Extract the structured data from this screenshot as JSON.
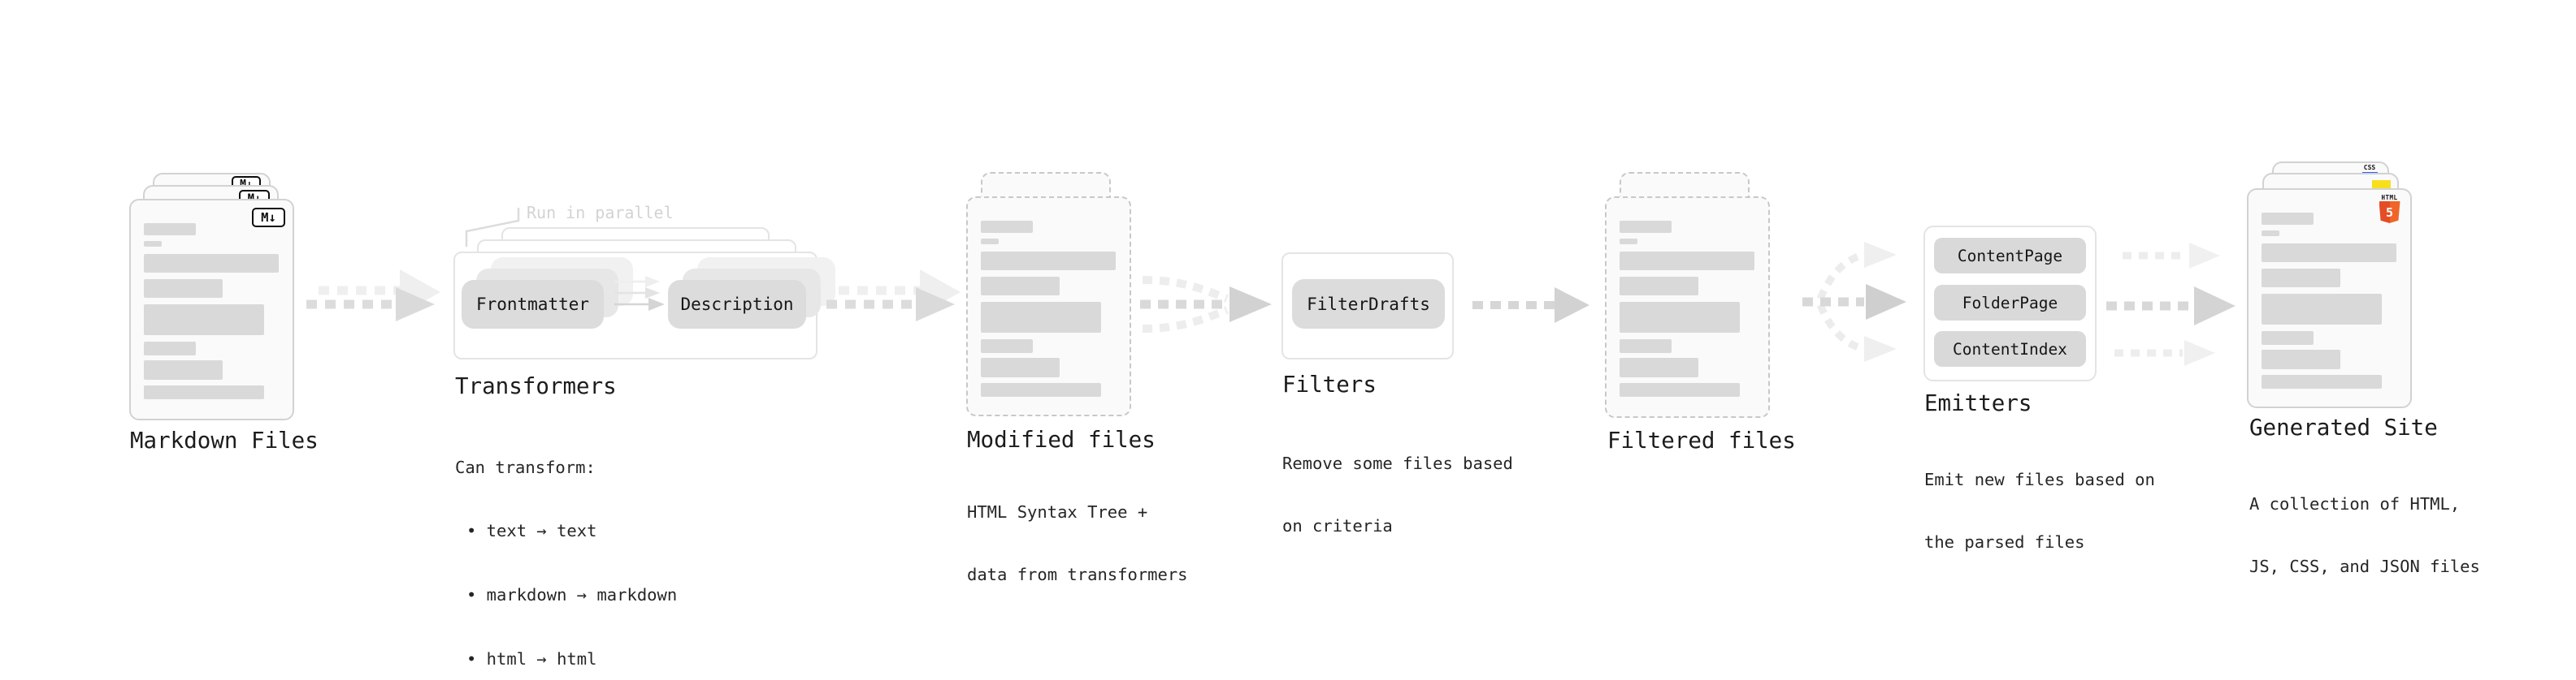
{
  "stages": {
    "markdown": {
      "title": "Markdown Files",
      "badge": "M↓"
    },
    "transformers": {
      "title": "Transformers",
      "note": "Run in parallel",
      "nodes": [
        "Frontmatter",
        "Description"
      ],
      "desc": [
        "Can transform:",
        "• text → text",
        "• markdown → markdown",
        "• html → html"
      ]
    },
    "modified": {
      "title": "Modified files",
      "subtitle": [
        "HTML Syntax Tree +",
        "data from transformers"
      ]
    },
    "filters": {
      "title": "Filters",
      "node": "FilterDrafts",
      "subtitle": [
        "Remove some files based",
        "on criteria"
      ]
    },
    "filtered": {
      "title": "Filtered files"
    },
    "emitters": {
      "title": "Emitters",
      "nodes": [
        "ContentPage",
        "FolderPage",
        "ContentIndex"
      ],
      "subtitle": [
        "Emit new files based on",
        "the parsed files"
      ]
    },
    "generated": {
      "title": "Generated Site",
      "subtitle": [
        "A collection of HTML,",
        "JS, CSS, and JSON files"
      ],
      "badges": {
        "css_label": "CSS",
        "html_label": "HTML",
        "html_number": "5"
      }
    }
  },
  "colors": {
    "markdown_badge": "#0d0d0d",
    "html5_orange": "#e44d26",
    "js_yellow": "#f7df1e",
    "css_blue": "#2765ec",
    "arrow_dark": "#d7d7d7",
    "arrow_light": "#eeeeee",
    "skeleton_bar": "#d9d9d9",
    "node_chip": "#dcdcdc",
    "text": "#1c1c1c"
  }
}
